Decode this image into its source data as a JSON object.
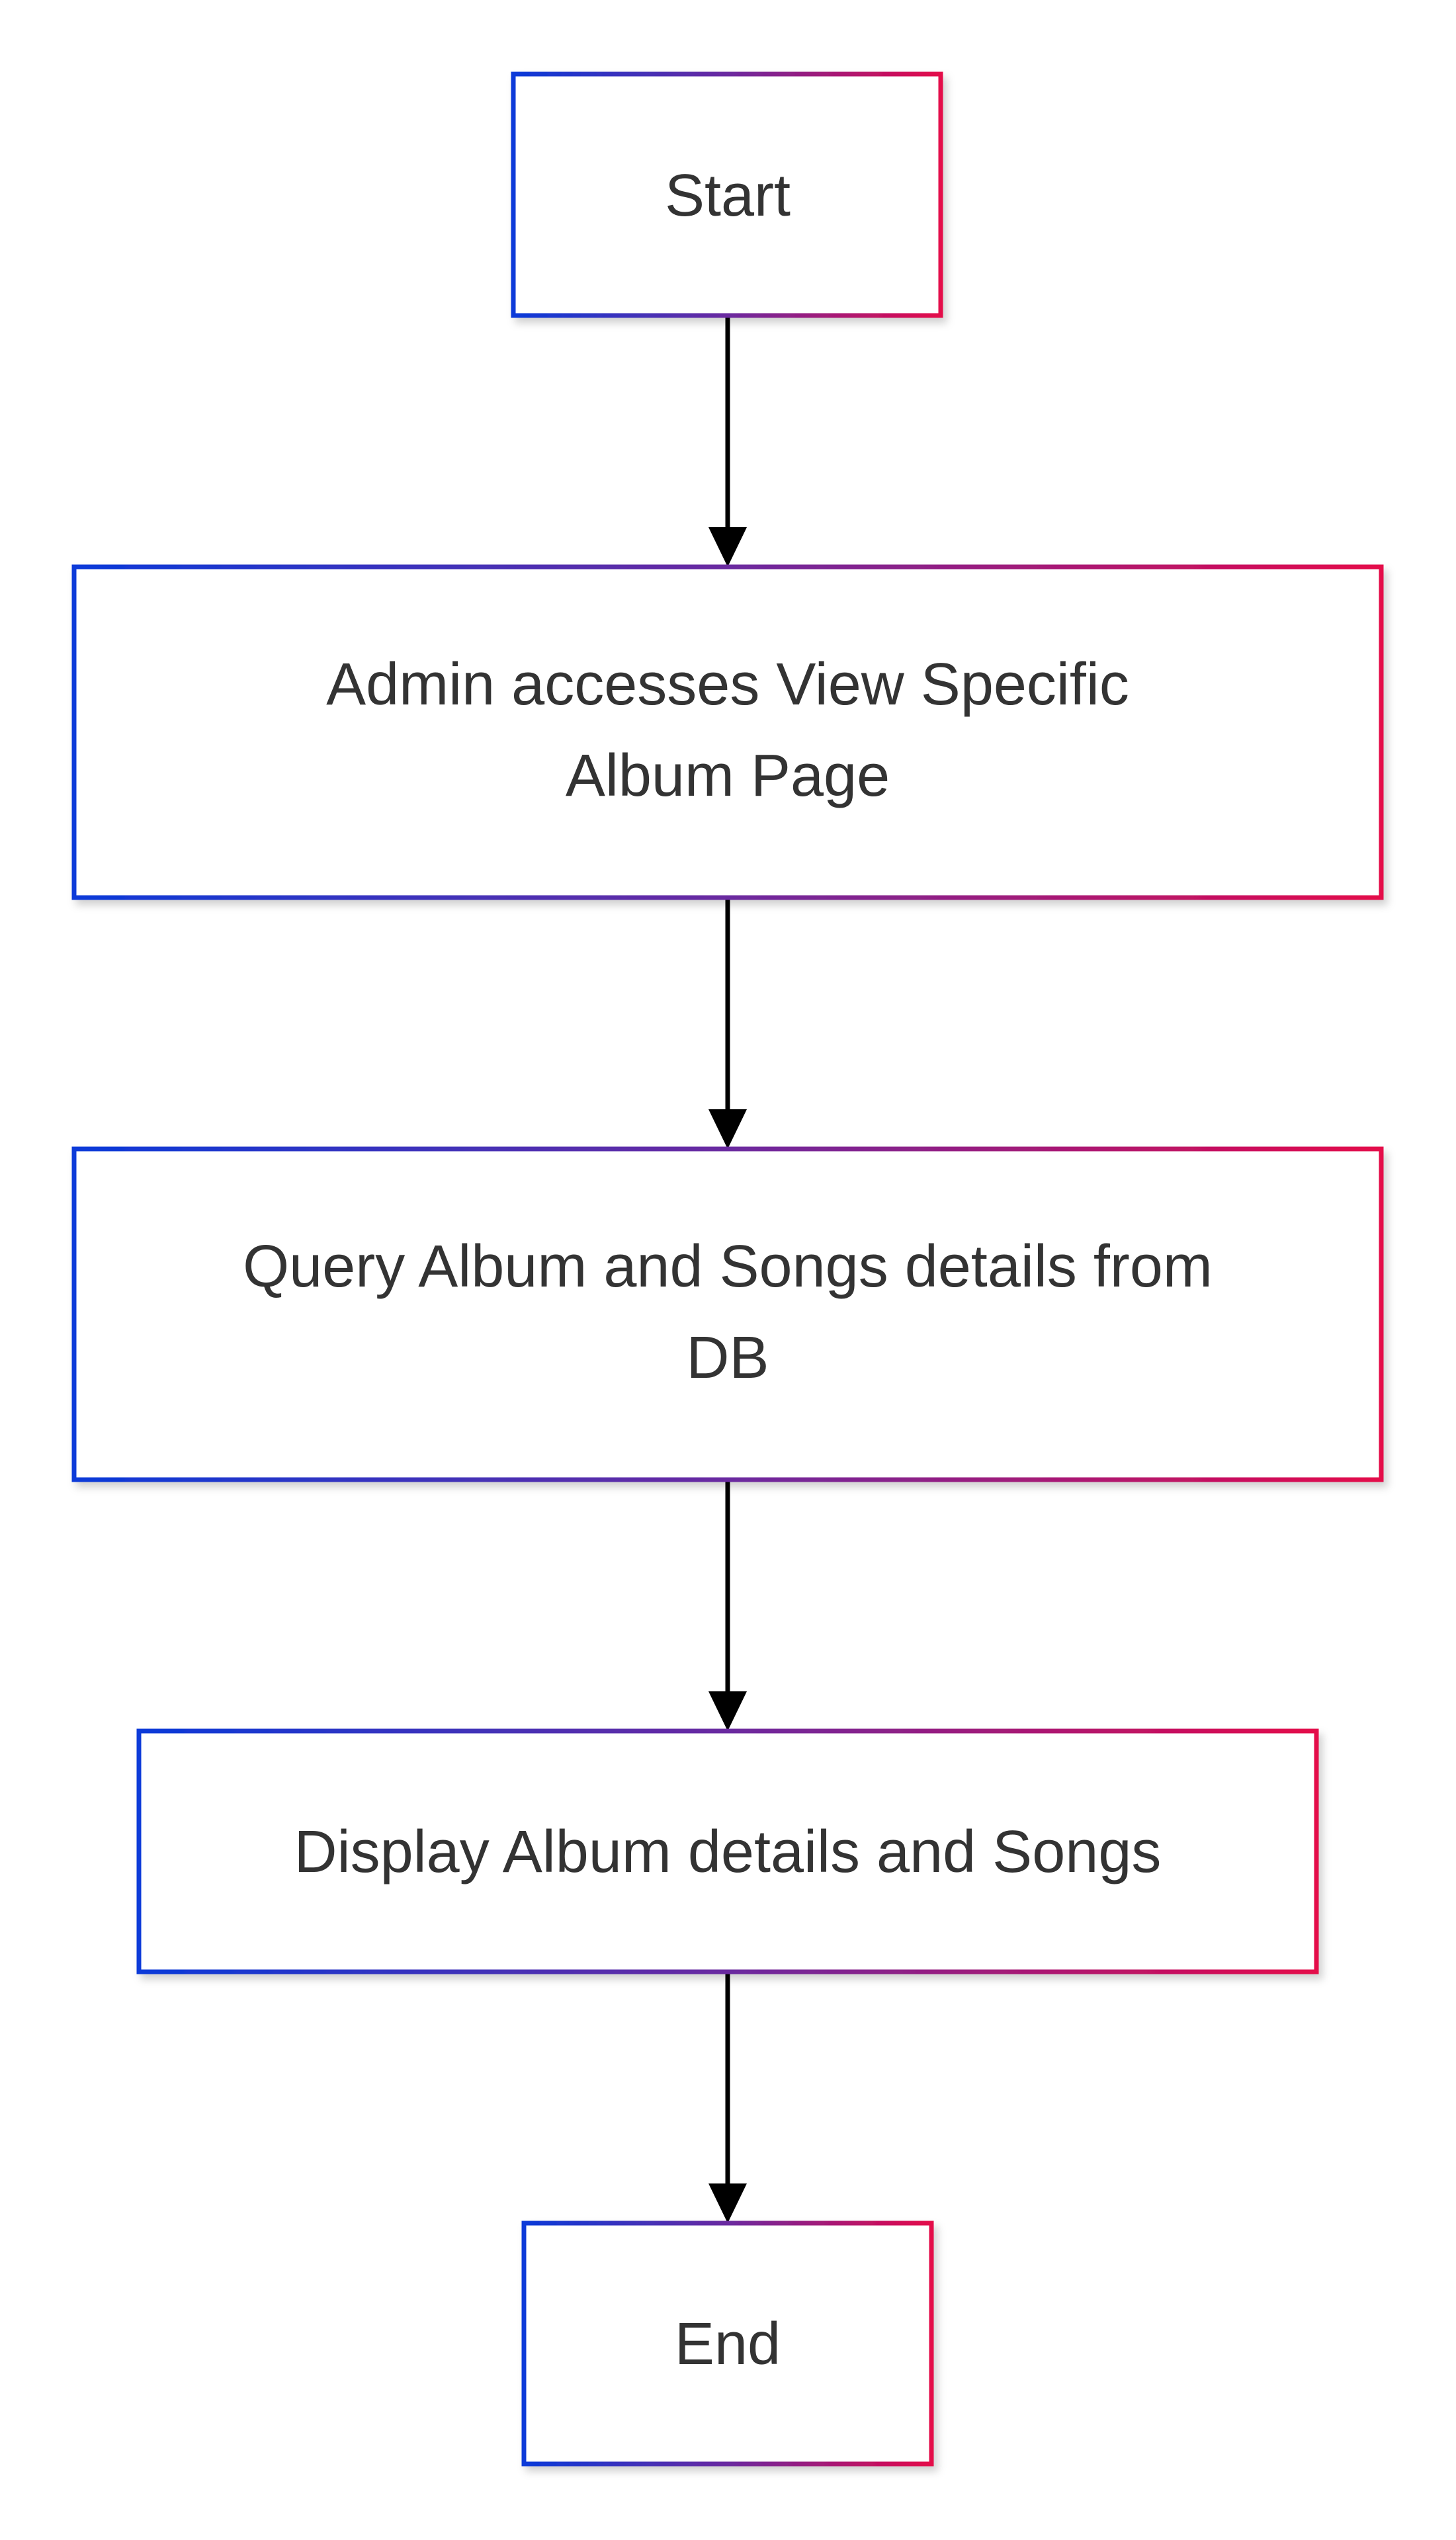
{
  "nodes": [
    {
      "id": "start",
      "lines": [
        "Start"
      ]
    },
    {
      "id": "access",
      "lines": [
        "Admin accesses View Specific",
        "Album Page"
      ]
    },
    {
      "id": "query",
      "lines": [
        "Query Album and Songs details from",
        "DB"
      ]
    },
    {
      "id": "display",
      "lines": [
        "Display Album details and Songs"
      ]
    },
    {
      "id": "end",
      "lines": [
        "End"
      ]
    }
  ],
  "edges": [
    {
      "from": "start",
      "to": "access"
    },
    {
      "from": "access",
      "to": "query"
    },
    {
      "from": "query",
      "to": "display"
    },
    {
      "from": "display",
      "to": "end"
    }
  ],
  "style": {
    "gradient_start": "#0a3ad9",
    "gradient_mid": "#6a2aa0",
    "gradient_end": "#e4084a",
    "arrow_color": "#000000",
    "text_color": "#333333"
  }
}
